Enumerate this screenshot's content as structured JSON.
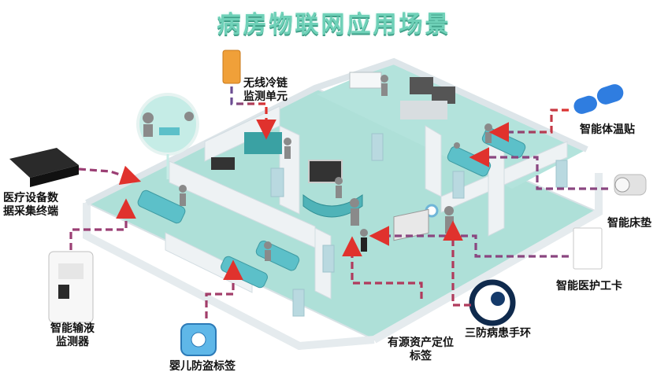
{
  "title": "病房物联网应用场景",
  "devices": {
    "cold_chain": "无线冷链\n监测单元",
    "temp_patch": "智能体温贴",
    "bed_pad": "智能床垫",
    "staff_card": "智能医护工卡",
    "patient_band": "三防病患手环",
    "asset_tag": "有源资产定位\n标签",
    "infant_tag": "婴儿防盗标签",
    "infusion": "智能输液\n监测器",
    "terminal": "医疗设备数\n据采集终端"
  },
  "colors": {
    "floor": "#a9ddd5",
    "wall": "#eef2f4",
    "line_red": "#e0322d",
    "line_purple": "#6b4e93",
    "title": "#6fd1b8"
  }
}
